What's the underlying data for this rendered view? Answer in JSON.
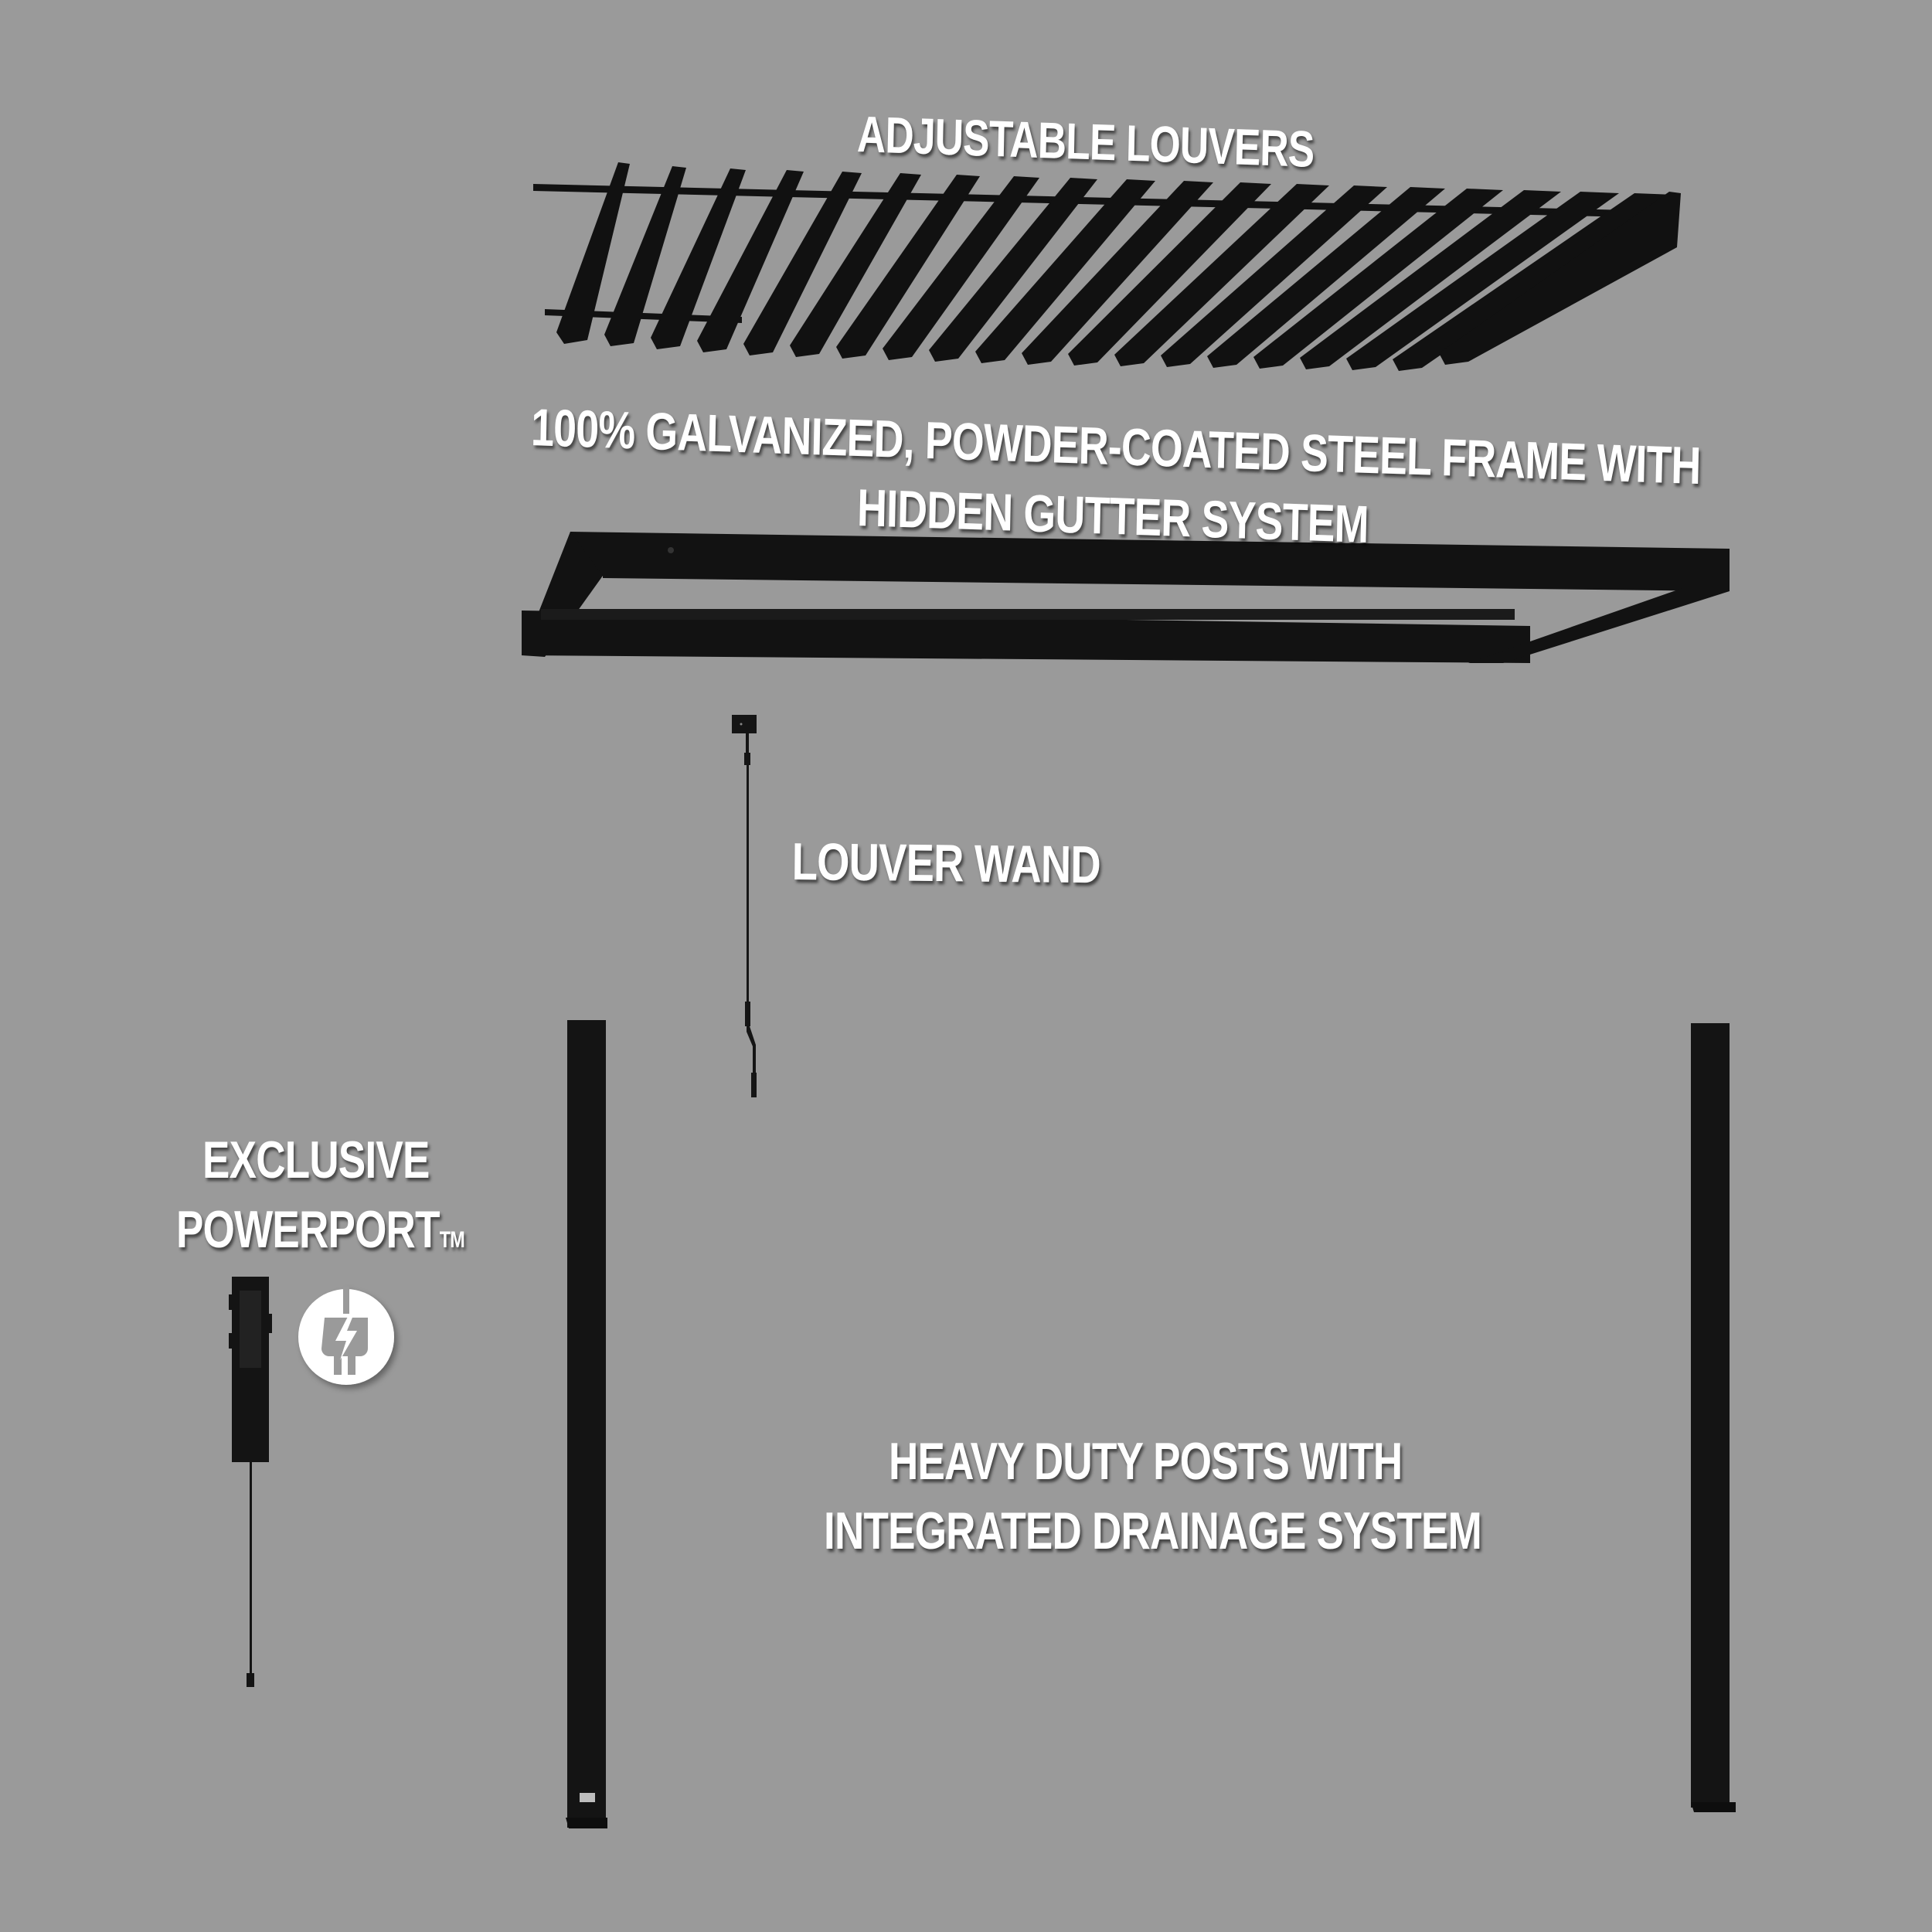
{
  "background_color": "#9a9a9a",
  "component_color": "#111111",
  "label_color": "#ffffff",
  "labels": {
    "louvers": "ADJUSTABLE LOUVERS",
    "frame_line1": "100% GALVANIZED, POWDER-COATED STEEL FRAME WITH",
    "frame_line2": "HIDDEN GUTTER SYSTEM",
    "wand": "LOUVER WAND",
    "powerport_line1": "EXCLUSIVE",
    "powerport_line2": "POWERPORT",
    "powerport_tm": "TM",
    "posts_line1": "HEAVY DUTY POSTS WITH",
    "posts_line2": "INTEGRATED DRAINAGE SYSTEM"
  },
  "components": {
    "louver_count": 20,
    "post_count": 2,
    "icons": [
      "electric-plug-icon"
    ]
  }
}
